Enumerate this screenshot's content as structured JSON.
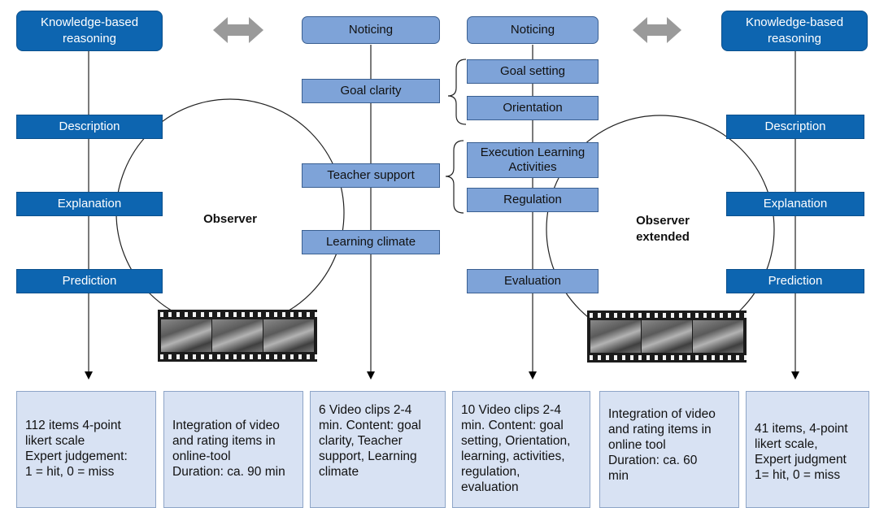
{
  "left_panel": {
    "title": "Knowledge-based reasoning",
    "steps": [
      "Description",
      "Explanation",
      "Prediction"
    ],
    "observer_label": "Observer",
    "info_lines": [
      "112 items 4-point",
      "likert scale",
      "Expert judgement:",
      "1 = hit, 0 = miss"
    ],
    "video_info_lines": [
      "Integration of video",
      "and rating items in",
      "online-tool",
      "Duration: ca. 90 min"
    ]
  },
  "center_left": {
    "title": "Noticing",
    "steps": [
      "Goal clarity",
      "Teacher support",
      "Learning climate"
    ],
    "info_lines": [
      "6 Video clips  2-4",
      "min. Content: goal",
      "clarity, Teacher",
      "support, Learning",
      "climate"
    ]
  },
  "center_right": {
    "title": "Noticing",
    "steps": [
      "Goal setting",
      "Orientation",
      "Execution Learning Activities",
      "Regulation",
      "Evaluation"
    ],
    "info_lines": [
      "10 Video clips  2-4",
      "min. Content: goal",
      "setting, Orientation,",
      "learning, activities,",
      "regulation,",
      "evaluation"
    ]
  },
  "right_panel": {
    "title": "Knowledge-based reasoning",
    "steps": [
      "Description",
      "Explanation",
      "Prediction"
    ],
    "observer_label_line1": "Observer",
    "observer_label_line2": "extended",
    "video_info_lines": [
      "Integration of video",
      "and rating items in",
      "online tool",
      "Duration: ca. 60",
      "min"
    ],
    "info_lines": [
      "41 items, 4-point",
      "likert scale,",
      "Expert judgment",
      "1= hit, 0 = miss"
    ]
  },
  "colors": {
    "dark_box": "#0d65b0",
    "light_box": "#7ea3d8",
    "info_box": "#d8e2f3",
    "double_arrow": "#9a9a9a"
  }
}
